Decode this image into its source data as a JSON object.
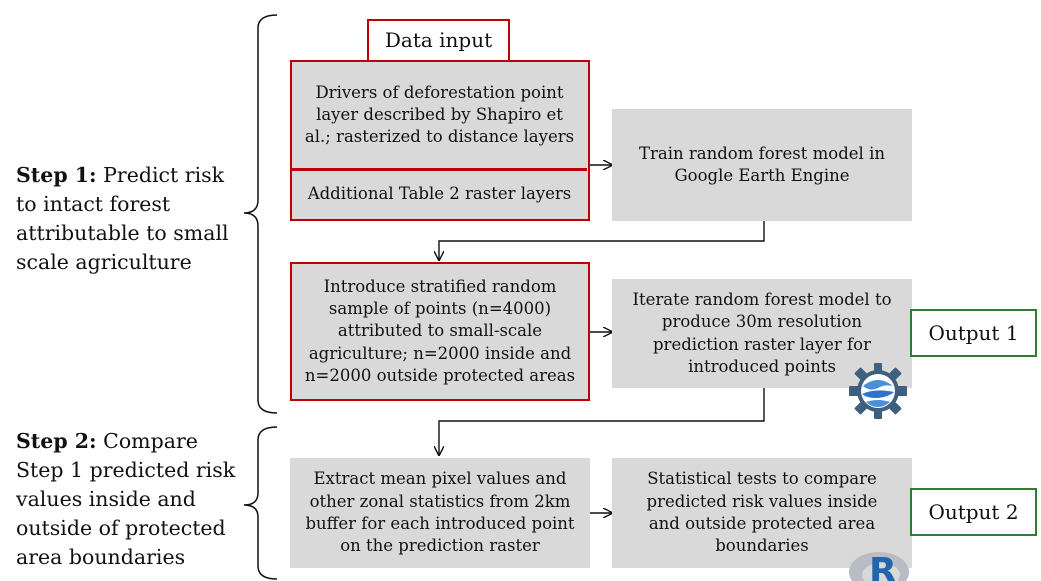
{
  "data_input_label": "Data input",
  "step1": {
    "title": "Step 1:",
    "body": " Predict risk to intact forest attributable to small scale agriculture"
  },
  "step2": {
    "title": "Step 2:",
    "body": " Compare Step 1 predicted risk values inside and outside of protected area boundaries"
  },
  "boxes": {
    "drivers": "Drivers of deforestation point layer described by Shapiro et al.; rasterized to distance layers",
    "additional": "Additional Table 2 raster layers",
    "train": "Train random forest model in Google Earth Engine",
    "introduce": "Introduce stratified random sample of points (n=4000) attributed to small-scale agriculture; n=2000 inside and n=2000 outside protected areas",
    "iterate": "Iterate random forest model to produce 30m resolution prediction raster layer for introduced points",
    "extract": "Extract mean pixel values and other zonal statistics from 2km buffer for each introduced point on the prediction raster",
    "stats": "Statistical tests to compare predicted risk values inside and outside protected area boundaries"
  },
  "outputs": {
    "output1": "Output 1",
    "output2": "Output 2"
  },
  "logos": {
    "gee_icon": "google-earth-engine-logo",
    "r_icon": "r-logo",
    "r_letter": "R"
  },
  "colors": {
    "box_fill": "#d9d9d9",
    "red_border": "#c00000",
    "green_border": "#2e7d32"
  }
}
